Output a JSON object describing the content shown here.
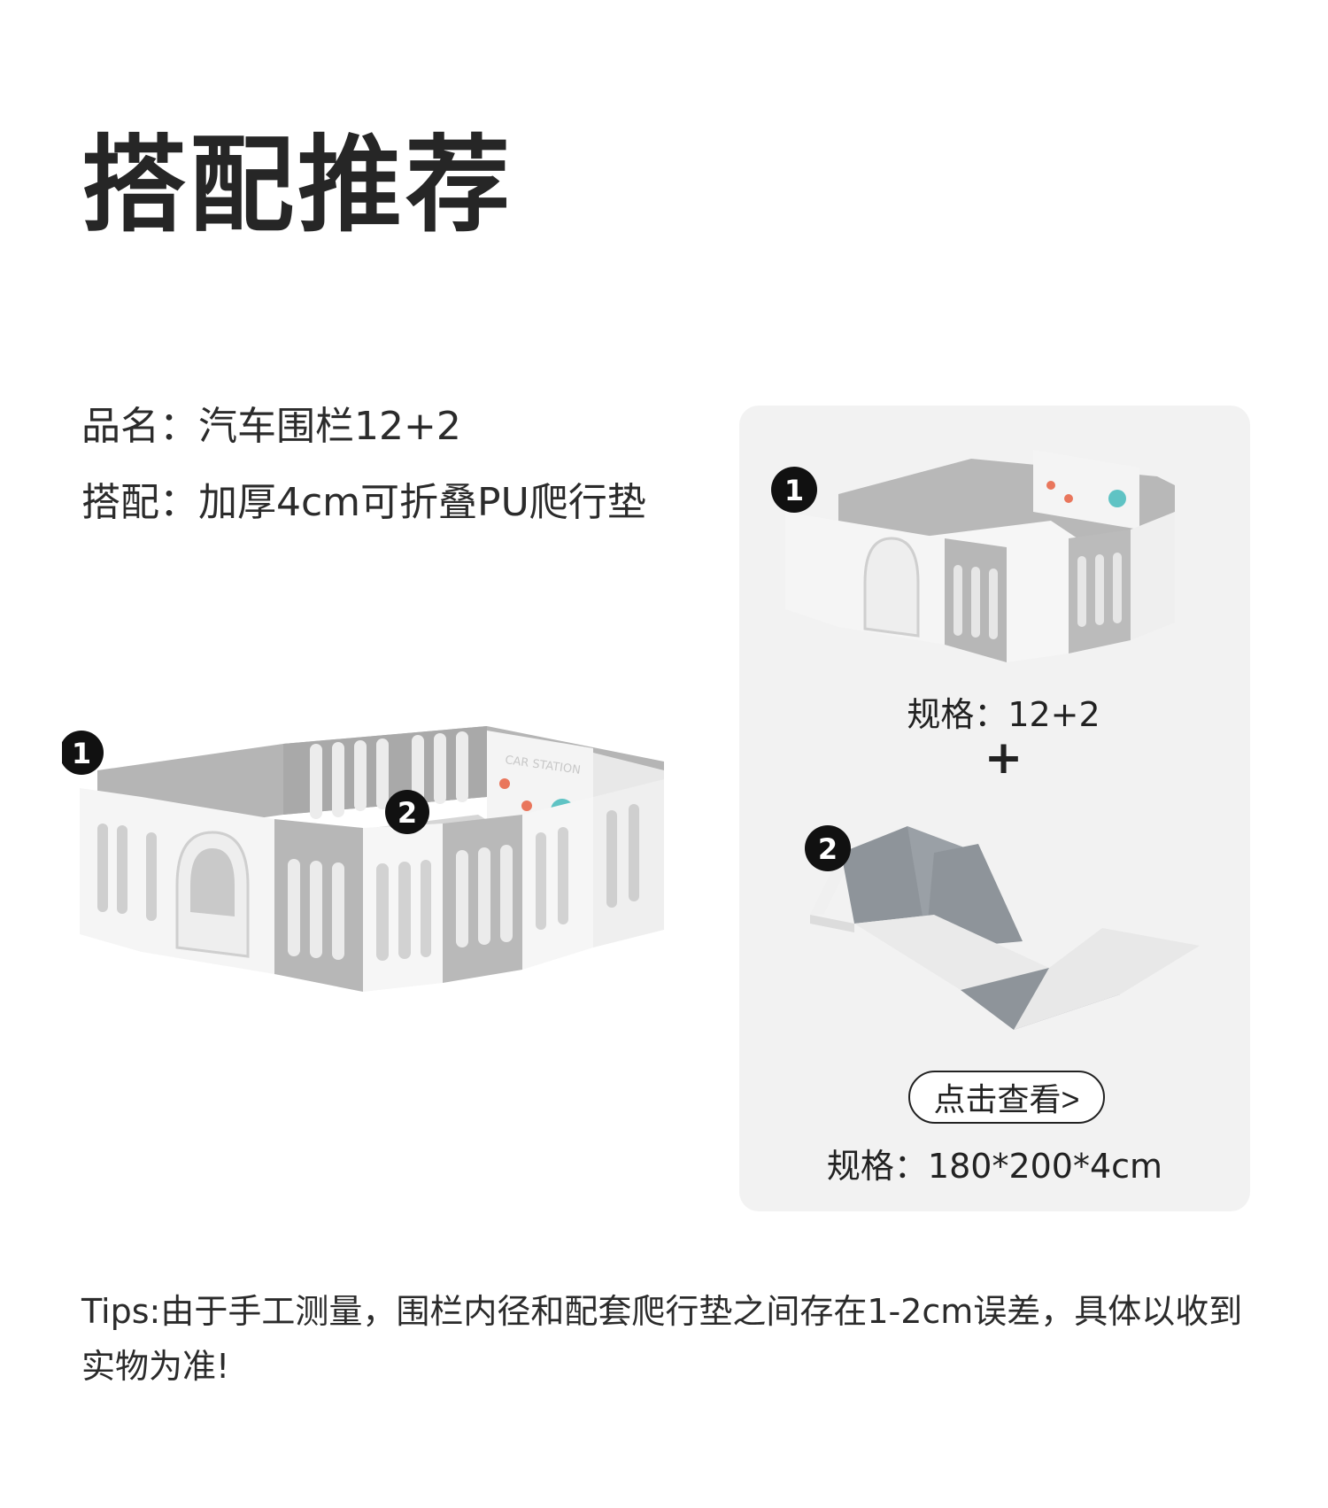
{
  "page": {
    "title": "搭配推荐"
  },
  "product": {
    "name_line": "品名：汽车围栏12+2",
    "combo_line": "搭配：加厚4cm可折叠PU爬行垫"
  },
  "main_image": {
    "badge_1": "1",
    "badge_2": "2",
    "fence_sign": "CAR STATION"
  },
  "card": {
    "badge_1": "1",
    "spec_1": "规格：12+2",
    "plus": "+",
    "badge_2": "2",
    "view_button": "点击查看>",
    "spec_2": "规格：180*200*4cm"
  },
  "tips": {
    "text": "Tips:由于手工测量，围栏内径和配套爬行垫之间存在1-2cm误差，具体以收到实物为准!"
  },
  "colors": {
    "fence_white": "#f7f7f7",
    "fence_gray": "#a8a8a8",
    "mat_gray": "#8e949a",
    "mat_light": "#e8e8e8",
    "card_bg": "#f2f2f2",
    "badge": "#111111",
    "accent_orange": "#e9765c",
    "accent_teal": "#5fc3c4"
  }
}
